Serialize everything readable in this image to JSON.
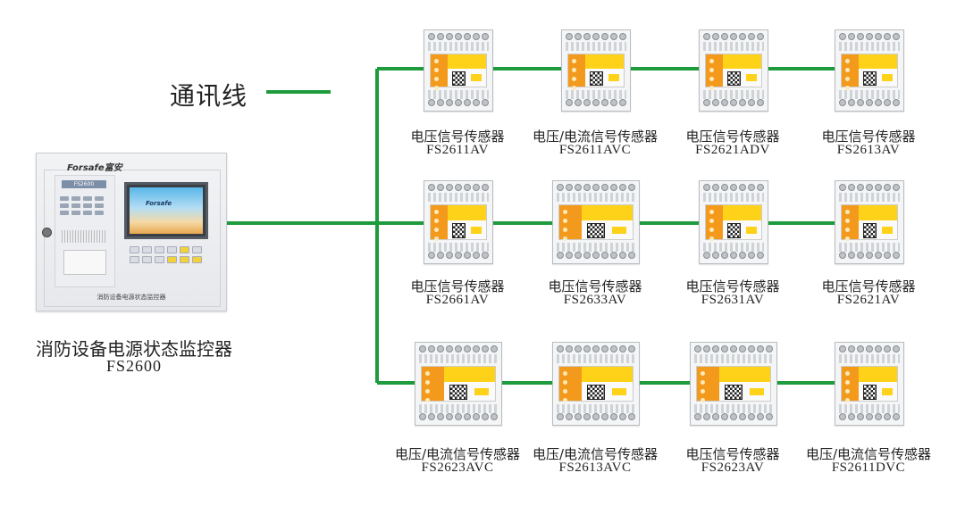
{
  "legend": {
    "label": "通讯线",
    "line_color": "#1e9b3c"
  },
  "controller": {
    "brand": "Forsafe富安",
    "model_plate": "FS2600",
    "screen_logo": "Forsafe",
    "caption": "消防设备电源状态监控器",
    "name": "消防设备电源状态监控器",
    "model": "FS2600"
  },
  "sensors": [
    {
      "name": "电压信号传感器",
      "model": "FS2611AV"
    },
    {
      "name": "电压/电流信号传感器",
      "model": "FS2611AVC"
    },
    {
      "name": "电压信号传感器",
      "model": "FS2621ADV"
    },
    {
      "name": "电压信号传感器",
      "model": "FS2613AV"
    },
    {
      "name": "电压信号传感器",
      "model": "FS2661AV"
    },
    {
      "name": "电压信号传感器",
      "model": "FS2633AV"
    },
    {
      "name": "电压信号传感器",
      "model": "FS2631AV"
    },
    {
      "name": "电压信号传感器",
      "model": "FS2621AV"
    },
    {
      "name": "电压/电流信号传感器",
      "model": "FS2623AVC"
    },
    {
      "name": "电压/电流信号传感器",
      "model": "FS2613AVC"
    },
    {
      "name": "电压信号传感器",
      "model": "FS2623AV"
    },
    {
      "name": "电压/电流信号传感器",
      "model": "FS2611DVC"
    }
  ]
}
